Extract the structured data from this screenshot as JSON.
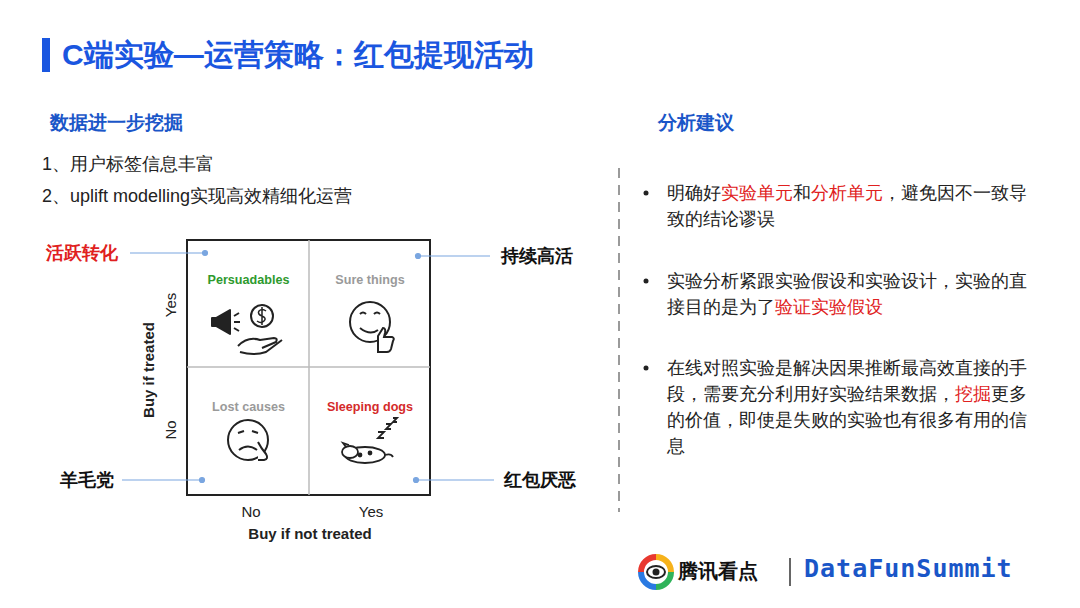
{
  "diagram": {
    "title": "C端实验—运营策略：红包提现活动",
    "nodes": [
      {
        "text": [
          "Persuadables"
        ]
      },
      {
        "text": [
          "Sure things"
        ]
      },
      {
        "text": [
          "Lost causes"
        ]
      },
      {
        "text": [
          "Sleeping dogs"
        ]
      }
    ],
    "labels": [
      "数据进一步挖掘",
      "1、用户标签信息丰富",
      "2、uplift modelling实现高效精细化运营",
      "活跃转化",
      "持续高活",
      "羊毛党",
      "红包厌恶",
      "Buy if treated",
      "Yes",
      "No",
      "No",
      "Yes",
      "Buy if not treated",
      "分析建议",
      "明确好",
      "实验单元",
      "和",
      "分析单元",
      "，避免因不一致导致的结论谬误",
      "实验分析紧跟实验假设和实验设计，实验的直接目的是为了",
      "验证实验假设",
      "在线对照实验是解决因果推断最高效直接的手段，需要充分利用好实验结果数据，",
      "挖掘",
      "更多的价值，即使是失败的实验也有很多有用的信息",
      "腾讯看点",
      "DataFunSummit"
    ]
  }
}
